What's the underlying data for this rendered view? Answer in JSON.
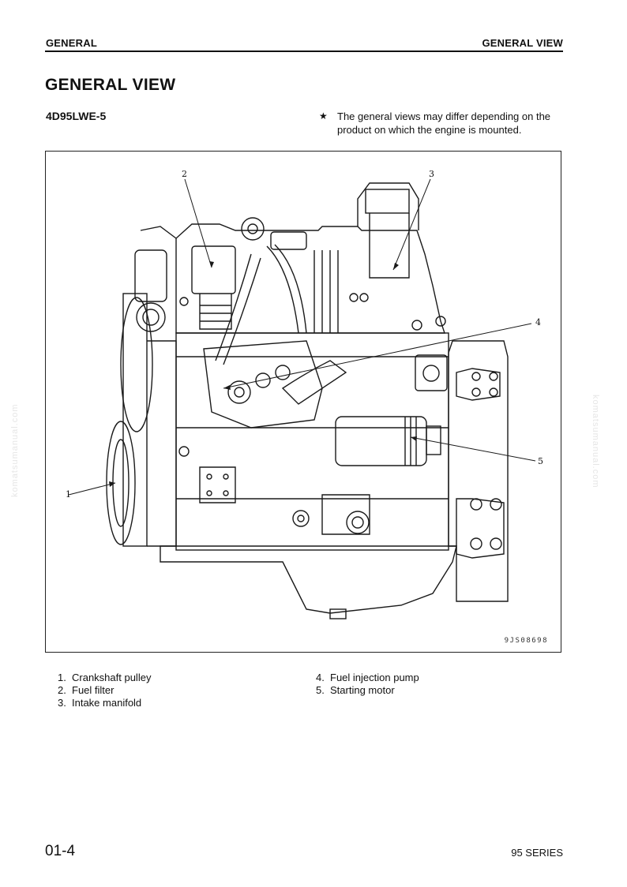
{
  "header": {
    "left": "GENERAL",
    "right": "GENERAL VIEW"
  },
  "title": "GENERAL VIEW",
  "model": "4D95LWE-5",
  "note": {
    "icon": "star-icon",
    "symbol": "★",
    "text": "The general views may differ depending on the product on which the engine is mounted."
  },
  "figure": {
    "code": "9JS08698",
    "callouts": [
      "1",
      "2",
      "3",
      "4",
      "5"
    ]
  },
  "legend": [
    {
      "num": "1.",
      "label": "Crankshaft pulley"
    },
    {
      "num": "2.",
      "label": "Fuel filter"
    },
    {
      "num": "3.",
      "label": "Intake manifold"
    },
    {
      "num": "4.",
      "label": "Fuel injection pump"
    },
    {
      "num": "5.",
      "label": "Starting motor"
    }
  ],
  "footer": {
    "page": "01-4",
    "series": "95 SERIES"
  },
  "watermark": "komatsumanual.com"
}
